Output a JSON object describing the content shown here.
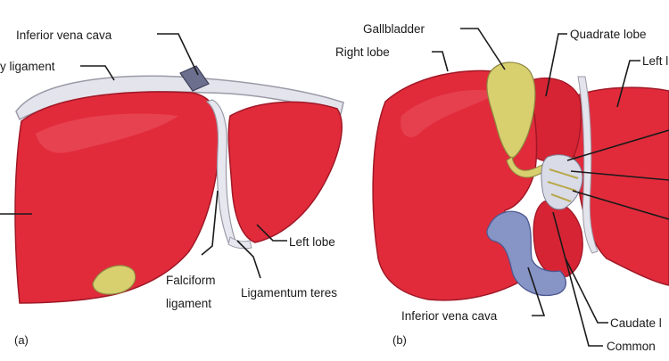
{
  "diagram": {
    "panel_a": {
      "panel_label": "(a)",
      "labels": {
        "inferior_vena_cava": "Inferior vena cava",
        "coronary_ligament": "y ligament",
        "falciform_ligament_line1": "Falciform",
        "falciform_ligament_line2": "ligament",
        "left_lobe": "Left lobe",
        "ligamentum_teres": "Ligamentum teres"
      }
    },
    "panel_b": {
      "panel_label": "(b)",
      "labels": {
        "gallbladder": "Gallbladder",
        "right_lobe": "Right lobe",
        "quadrate_lobe": "Quadrate lobe",
        "left_lobe": "Left l",
        "inferior_vena_cava": "Inferior  vena  cava",
        "caudate_lobe": "Caudate l",
        "common": "Common"
      }
    },
    "colors": {
      "liver": "#e02a3a",
      "liver_dark": "#b81826",
      "gallbladder": "#d8cf6e",
      "ligament": "#e7e7ef",
      "vena_cava": "#7f8cc2"
    }
  }
}
